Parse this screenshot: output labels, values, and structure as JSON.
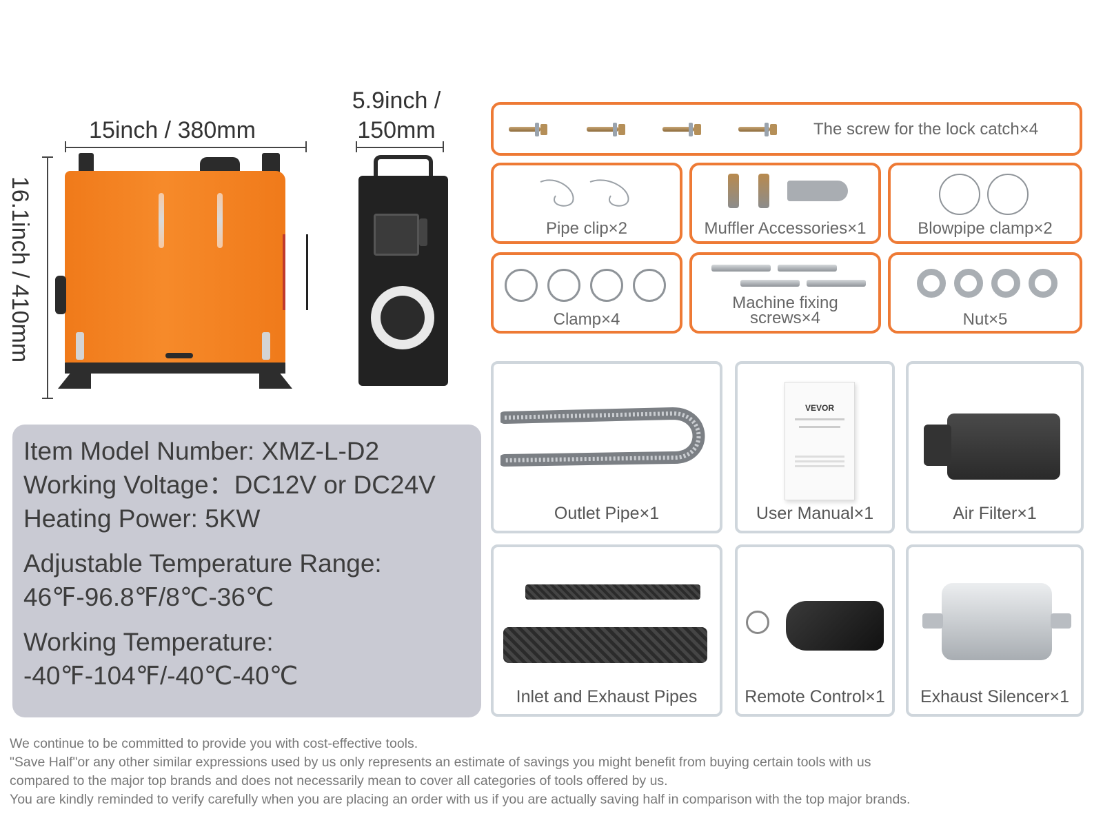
{
  "dimensions": {
    "width": "15inch / 380mm",
    "depth_line1": "5.9inch /",
    "depth_line2": "150mm",
    "height": "16.1inch / 410mm"
  },
  "specs": {
    "model": "Item Model Number: XMZ-L-D2",
    "voltage": "Working Voltage：DC12V or DC24V",
    "power": "Heating Power: 5KW",
    "adj_label": "Adjustable Temperature Range:",
    "adj_value": "46℉-96.8℉/8℃-36℃",
    "work_label": "Working Temperature:",
    "work_value": "-40℉-104℉/-40℃-40℃"
  },
  "accessories": {
    "screws": "The screw for the lock catch×4",
    "pipe_clip": "Pipe clip×2",
    "muffler": "Muffler Accessories×1",
    "blowpipe": "Blowpipe clamp×2",
    "clamp": "Clamp×4",
    "machine_line1": "Machine fixing",
    "machine_line2": "screws×4",
    "nut": "Nut×5"
  },
  "items": {
    "outlet_pipe": "Outlet Pipe×1",
    "user_manual": "User Manual×1",
    "manual_brand": "VEVOR",
    "air_filter": "Air Filter×1",
    "inlet_exhaust": "Inlet and Exhaust Pipes",
    "remote": "Remote Control×1",
    "silencer": "Exhaust Silencer×1"
  },
  "footer": {
    "line1": "We continue to be committed to provide you with cost-effective tools.",
    "line2": "\"Save Half\"or any other similar expressions used by us only represents an estimate of savings you might benefit from buying certain tools with us",
    "line3": "compared to the major top brands and does not necessarily mean to cover all categories of tools offered by us.",
    "line4": "You are kindly reminded to verify carefully when you are placing an order with us if you are actually saving half in comparison with the top major brands."
  },
  "colors": {
    "accent_orange": "#ee7a35",
    "heater_orange": "#f07a1a",
    "spec_panel": "#c9cad3",
    "card_border": "#cfd6dc"
  }
}
